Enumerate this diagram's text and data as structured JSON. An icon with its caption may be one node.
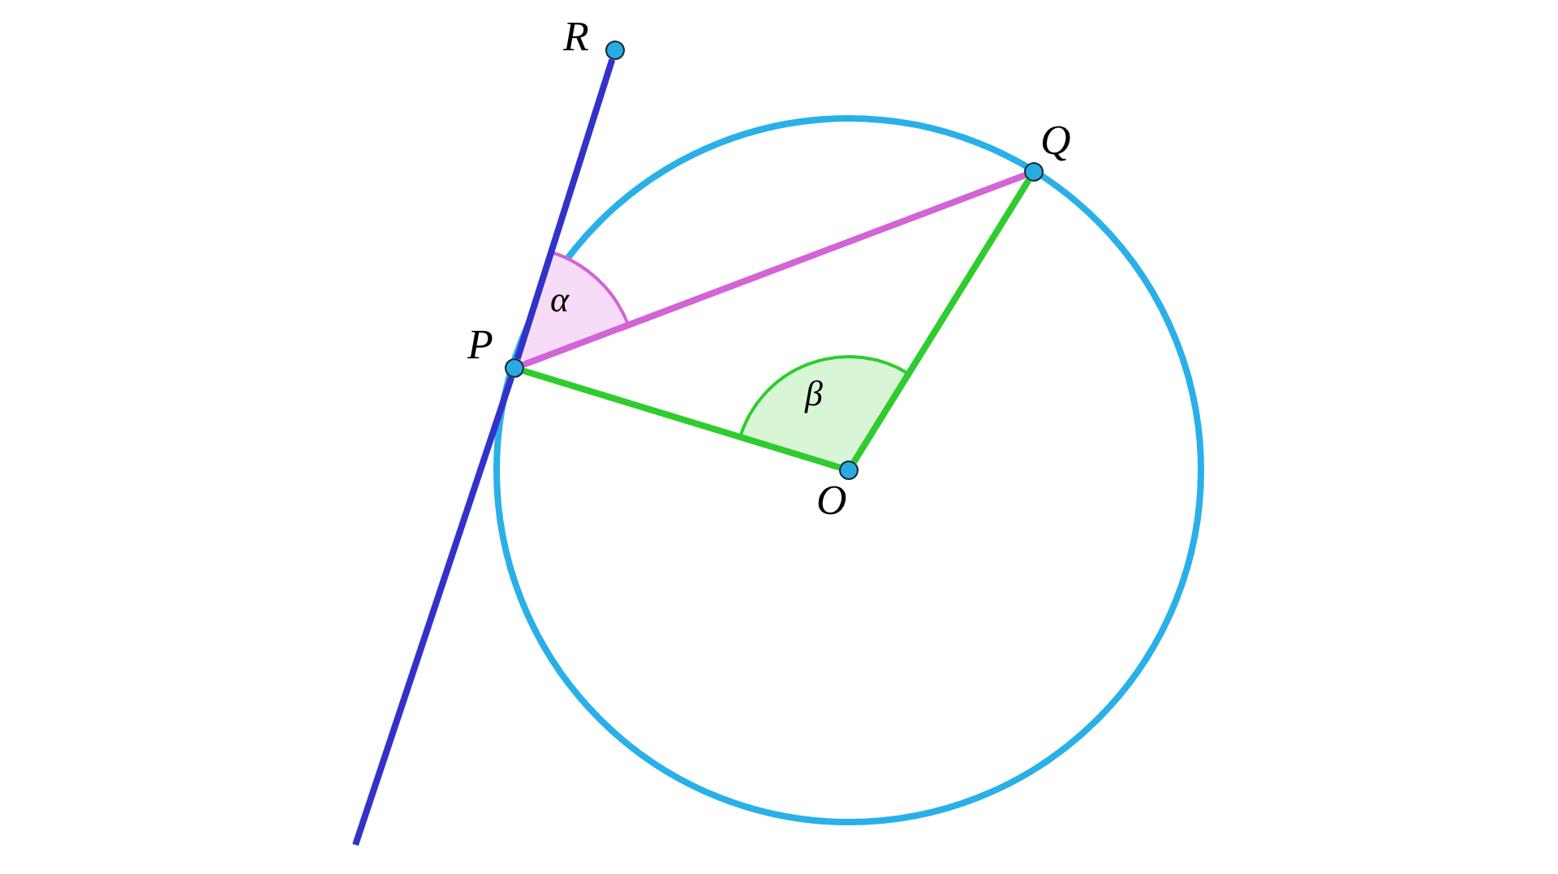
{
  "diagram": {
    "nodes": [
      {
        "text": [],
        "shape": "circle",
        "beside": [
          "R"
        ]
      },
      {
        "text": [],
        "shape": "circle",
        "beside": [
          "Q"
        ]
      },
      {
        "text": [],
        "shape": "circle",
        "beside": [
          "P"
        ]
      },
      {
        "text": [],
        "shape": "circle",
        "beside": [
          "O"
        ]
      }
    ],
    "edges": [
      {
        "from": 0,
        "to": 2,
        "arrow": "none",
        "color": "#3232c8"
      },
      {
        "from": 2,
        "to": null,
        "arrow": "none",
        "color": "#3232c8"
      },
      {
        "from": 2,
        "to": 1,
        "arrow": "none",
        "color": "#d264d6"
      },
      {
        "from": 2,
        "to": 3,
        "arrow": "none",
        "color": "#2ecc2e"
      },
      {
        "from": 3,
        "to": 1,
        "arrow": "none",
        "color": "#2ecc2e"
      }
    ],
    "labels": [
      "α",
      "β"
    ]
  }
}
